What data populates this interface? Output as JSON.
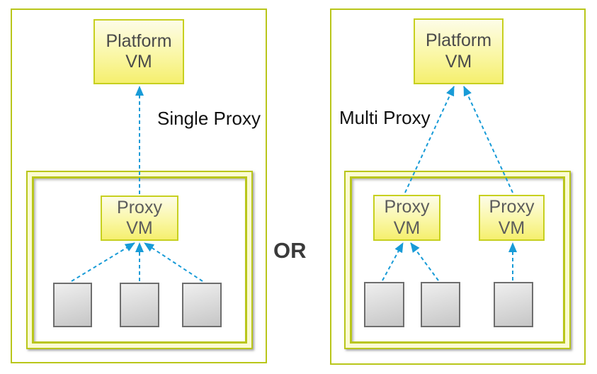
{
  "colors": {
    "frame_green": "#b9c61a",
    "box_border_green": "#c7d01f",
    "box_yellow_top": "#fdfce8",
    "box_yellow_bottom": "#f5ef6e",
    "frame_band_yellow": "#fbfbd2",
    "host_gray_top": "#efefef",
    "host_gray_bottom": "#c6c6c6",
    "host_border_gray": "#6e6e6e",
    "arrow_blue": "#189bd7",
    "label_black": "#111111",
    "or_gray": "#3a3a3a"
  },
  "left_diagram": {
    "label": "Single Proxy",
    "platform_vm": "Platform\nVM",
    "proxy_vms": [
      "Proxy\nVM"
    ],
    "host_count": 3
  },
  "right_diagram": {
    "label": "Multi Proxy",
    "platform_vm": "Platform\nVM",
    "proxy_vms": [
      "Proxy\nVM",
      "Proxy\nVM"
    ],
    "host_count": 3
  },
  "separator_label": "OR"
}
